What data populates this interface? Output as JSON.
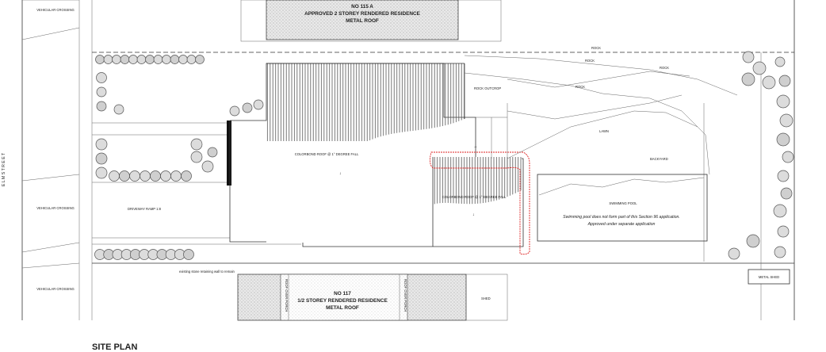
{
  "plan": {
    "title": "SITE PLAN",
    "street_label": "E L M   S T R E E T",
    "neighbour_top": {
      "line1": "NO 115 A",
      "line2": "APPROVED 2 STOREY RENDERED RESIDENCE",
      "line3": "METAL ROOF"
    },
    "neighbour_bottom": {
      "line1": "NO 117",
      "line2": "1/2 STOREY RENDERED RESIDENCE",
      "line3": "METAL ROOF",
      "side_left": "ROOF OVER PORCH",
      "side_right": "ROOF OVER PORCH"
    },
    "crossings": [
      "VEHICULAR\nCROSSING",
      "VEHICULAR\nCROSSING",
      "VEHICULAR\nCROSSING"
    ],
    "driveway": "DRIVEWAY RAMP\n1:8",
    "roof_main": "COLORBOND ROOF\n@ 1° DEGREE FALL",
    "roof_rear": "COLORBOND ROOF\n@ 1° DEGREE FALL",
    "rock_outcrop": "ROCK OUTCROP",
    "rock_labels": [
      "ROCK",
      "ROCK",
      "ROCK",
      "ROCK"
    ],
    "lawn": "LAWN",
    "backyard": "BACKYARD",
    "pool_title": "SWIMMING POOL",
    "pool_note1": "Swimming pool does not form part of this Section 96 application.",
    "pool_note2": "Approved under separate application",
    "metal_shed": "METAL SHED",
    "existing_note": "existing stone retaining\nwall to remain",
    "shed_bottom": "SHED"
  }
}
